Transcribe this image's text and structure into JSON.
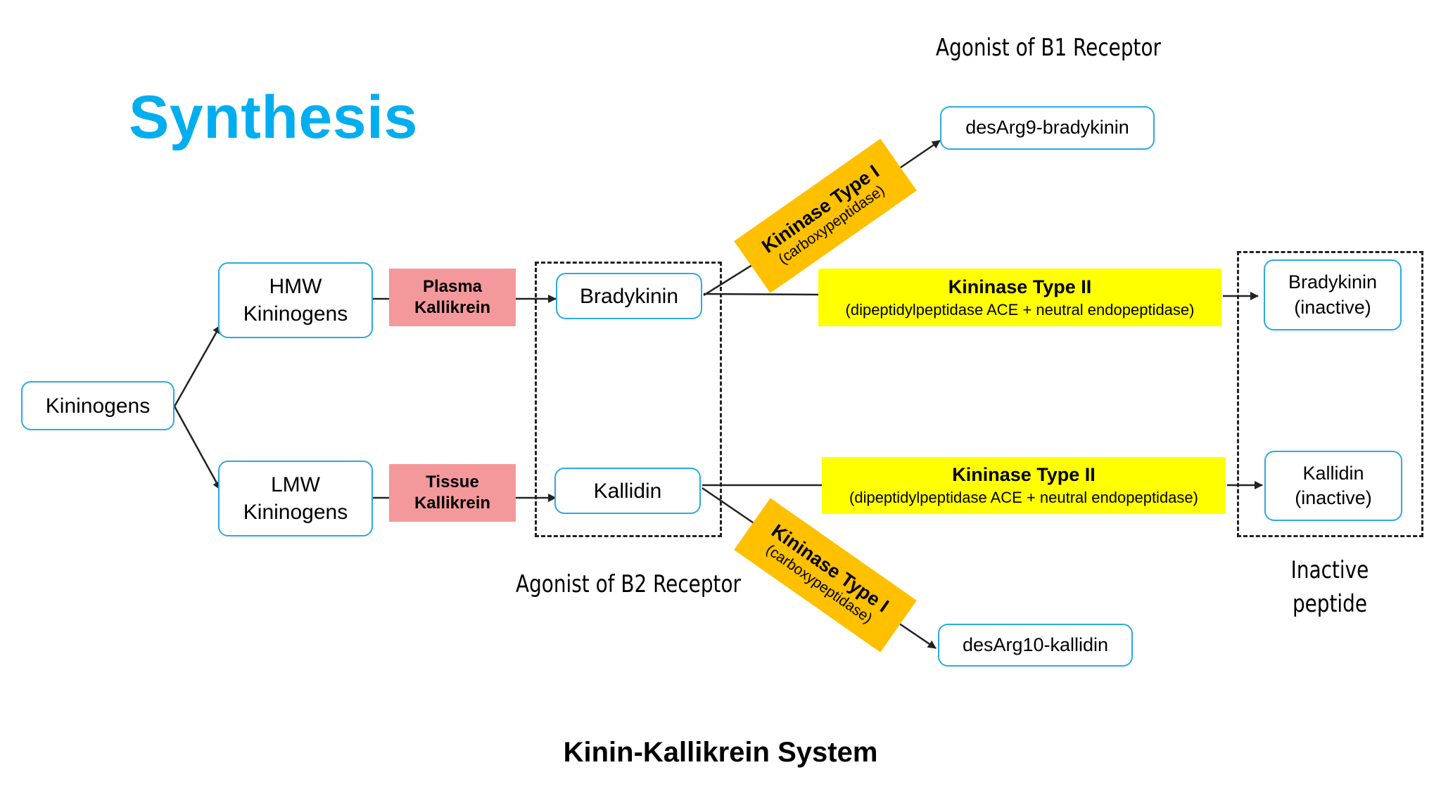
{
  "title": "Synthesis",
  "caption": "Kinin-Kallikrein System",
  "labels": {
    "b1_agonist": "Agonist of B1 Receptor",
    "b2_agonist": "Agonist of B2 Receptor",
    "inactive_line1": "Inactive",
    "inactive_line2": "peptide"
  },
  "nodes": {
    "kininogens": "Kininogens",
    "hmw_line1": "HMW",
    "hmw_line2": "Kininogens",
    "lmw_line1": "LMW",
    "lmw_line2": "Kininogens",
    "bradykinin": "Bradykinin",
    "kallidin": "Kallidin",
    "desarg9": "desArg9-bradykinin",
    "desarg10": "desArg10-kallidin",
    "bradykinin_inactive_line1": "Bradykinin",
    "bradykinin_inactive_line2": "(inactive)",
    "kallidin_inactive_line1": "Kallidin",
    "kallidin_inactive_line2": "(inactive)"
  },
  "enzymes": {
    "plasma_line1": "Plasma",
    "plasma_line2": "Kallikrein",
    "tissue_line1": "Tissue",
    "tissue_line2": "Kallikrein",
    "kininase1_name": "Kininase Type I",
    "kininase1_sub": "(carboxypeptidase)",
    "kininase2_name": "Kininase Type II",
    "kininase2_sub": "(dipeptidylpeptidase ACE + neutral endopeptidase)"
  },
  "colors": {
    "title": "#00aeef",
    "node_border": "#29abe2",
    "kallikrein_fill": "#f4999b",
    "kininase1_fill": "#ffc000",
    "kininase2_fill": "#ffff00"
  }
}
